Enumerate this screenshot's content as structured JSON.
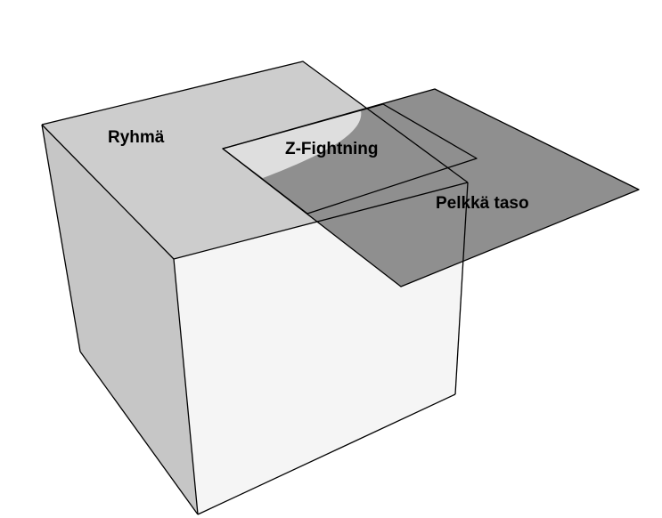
{
  "labels": {
    "group": "Ryhmä",
    "zfighting": "Z-Fightning",
    "plane": "Pelkkä taso"
  },
  "colors": {
    "background": "#ffffff",
    "cube_top": "#cdcdcd",
    "cube_left": "#c6c6c6",
    "cube_front": "#f5f5f5",
    "plane": "#8f8f8f",
    "zfight_highlight": "#dedede",
    "edges": "#000000"
  }
}
